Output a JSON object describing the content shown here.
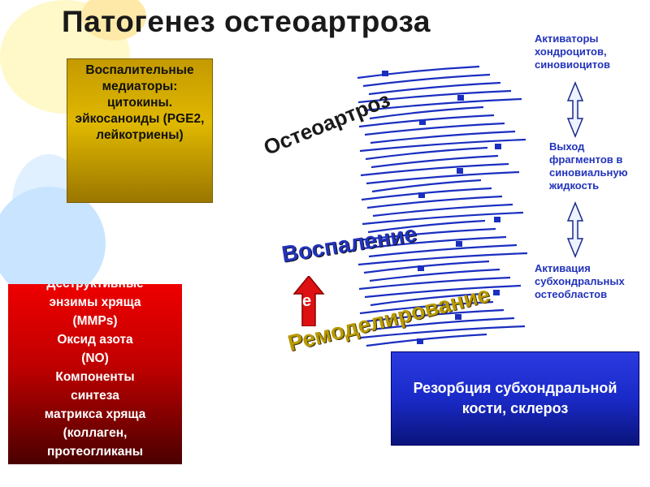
{
  "title": "Патогенез остеоартроза",
  "boxes": {
    "inflammatory_mediators": "Воспалительные медиаторы: цитокины. эйкосаноиды (PGE2, лейкотриены)",
    "destructive": [
      "Деструктивные",
      "энзимы хряща",
      "(MMPs)",
      "Оксид азота",
      "(NO)",
      "Компоненты",
      "синтеза",
      "матрикса хряща",
      "(коллаген,",
      "протеогликаны"
    ],
    "resorption": "Резорбция субхондральной кости, склероз"
  },
  "side_labels": {
    "chondrocyte_activators": [
      "Активаторы",
      "хондроцитов,",
      "синовиоцитов"
    ],
    "fragments_release": [
      "Выход",
      "фрагментов в",
      "синовиальную",
      "жидкость"
    ],
    "osteoblast_activation": [
      "Активация",
      "субхондральных",
      "остеобластов"
    ]
  },
  "center_labels": {
    "osteoarthrosis": "Остеоартроз",
    "inflammation": "Воспаление",
    "remodeling": "Ремоделирование",
    "arrow_letter": "e"
  },
  "colors": {
    "inflam_box": "#e0b800",
    "destr_box": "#cc0000",
    "resorp_box": "#1a2ac8",
    "side_text": "#2233bb",
    "stack_lines": "#1a2ec0"
  }
}
